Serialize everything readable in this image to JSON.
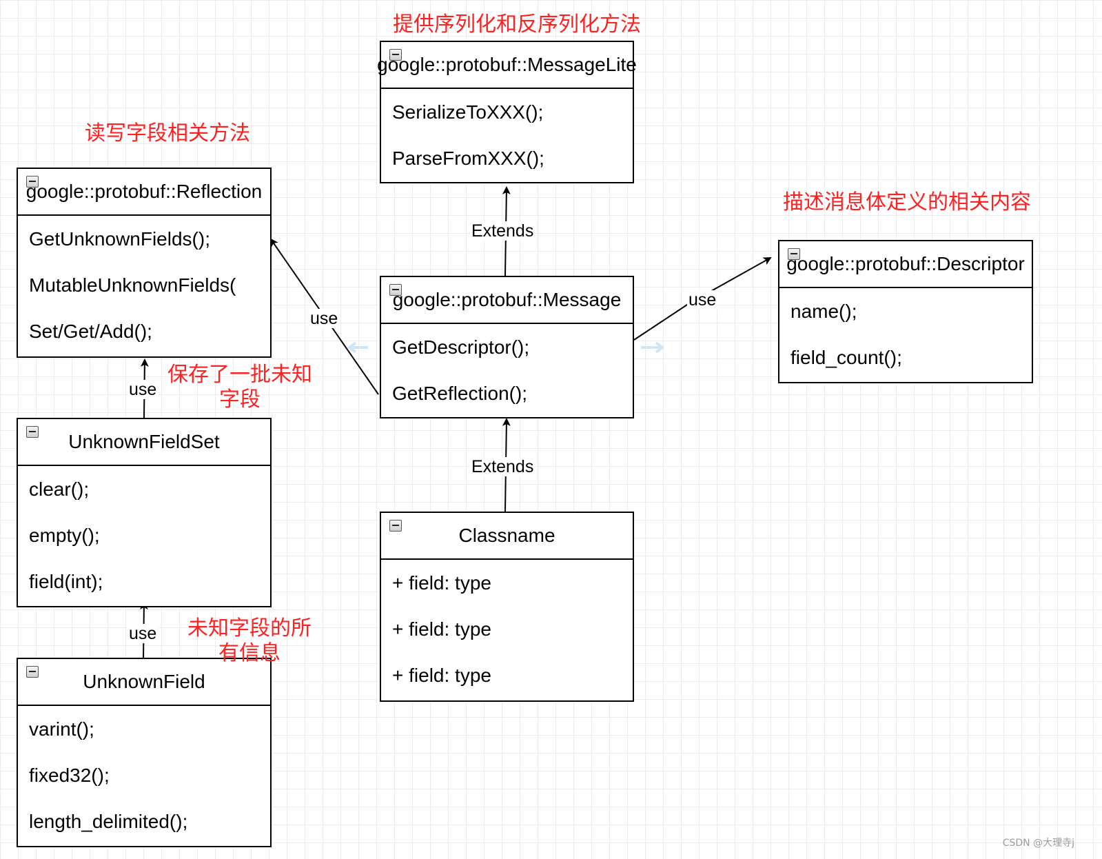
{
  "notes": {
    "messagelite": "提供序列化和反序列化方法",
    "reflection": "读写字段相关方法",
    "descriptor": "描述消息体定义的相关内容",
    "unknownfieldset_line1": "保存了一批未知",
    "unknownfieldset_line2": "字段",
    "unknownfield_line1": "未知字段的所",
    "unknownfield_line2": "有信息"
  },
  "classes": {
    "messagelite": {
      "title": "google::protobuf::MessageLite",
      "members": [
        "SerializeToXXX();",
        "ParseFromXXX();"
      ]
    },
    "reflection": {
      "title": "google::protobuf::Reflection",
      "members": [
        "GetUnknownFields();",
        "MutableUnknownFields(",
        "Set/Get/Add();"
      ]
    },
    "message": {
      "title": "google::protobuf::Message",
      "members": [
        "GetDescriptor();",
        "GetReflection();"
      ]
    },
    "descriptor": {
      "title": "google::protobuf::Descriptor",
      "members": [
        "name();",
        "field_count();"
      ]
    },
    "unknownfieldset": {
      "title": "UnknownFieldSet",
      "members": [
        "clear();",
        "empty();",
        "field(int);"
      ]
    },
    "classname": {
      "title": "Classname",
      "members": [
        "+ field: type",
        "+ field: type",
        "+ field: type"
      ]
    },
    "unknownfield": {
      "title": "UnknownField",
      "members": [
        "varint();",
        "fixed32();",
        "length_delimited();"
      ]
    }
  },
  "edges": {
    "message_to_messagelite": "Extends",
    "classname_to_message": "Extends",
    "message_to_reflection": "use",
    "message_to_descriptor": "use",
    "unknownfieldset_to_reflection": "use",
    "unknownfield_to_unknownfieldset": "use"
  },
  "watermark": "CSDN @大理寺j"
}
